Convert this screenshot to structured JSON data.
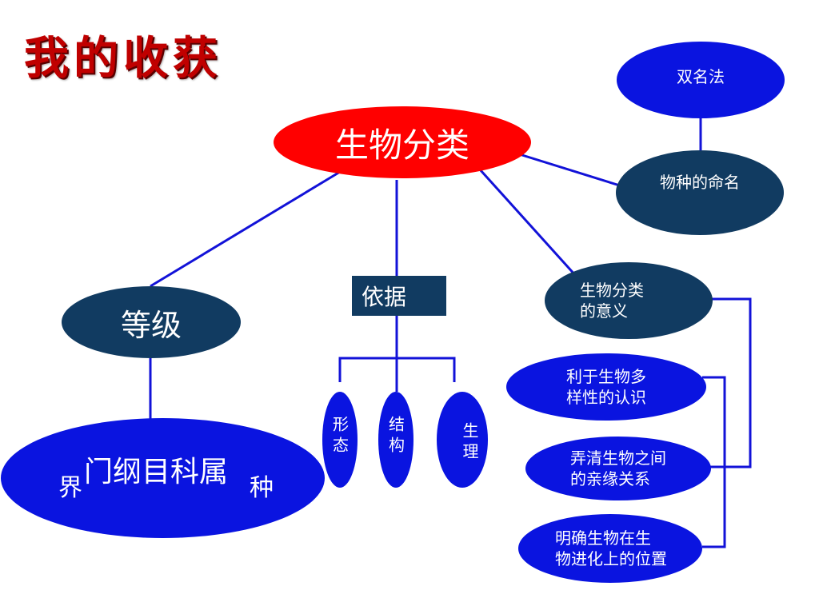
{
  "title": "我的收获",
  "center": "生物分类",
  "rank": {
    "label": "等级",
    "kingdom": "界",
    "middle": "门纲目科属",
    "species": "种"
  },
  "basis": {
    "label": "依据",
    "items": [
      "形态",
      "结构",
      "生理"
    ]
  },
  "naming": {
    "label": "物种的命名",
    "method": "双名法"
  },
  "significance": {
    "label_line1": "生物分类",
    "label_line2": "的意义",
    "items": [
      {
        "line1": "利于生物多",
        "line2": "样性的认识"
      },
      {
        "line1": "弄清生物之间",
        "line2": "的亲缘关系"
      },
      {
        "line1": "明确生物在生",
        "line2": "物进化上的位置"
      }
    ]
  },
  "colors": {
    "red_node": "#ff0000",
    "navy_node": "#113b61",
    "blue_node": "#0a14e0",
    "connector": "#1212d8",
    "title": "#c00000"
  }
}
